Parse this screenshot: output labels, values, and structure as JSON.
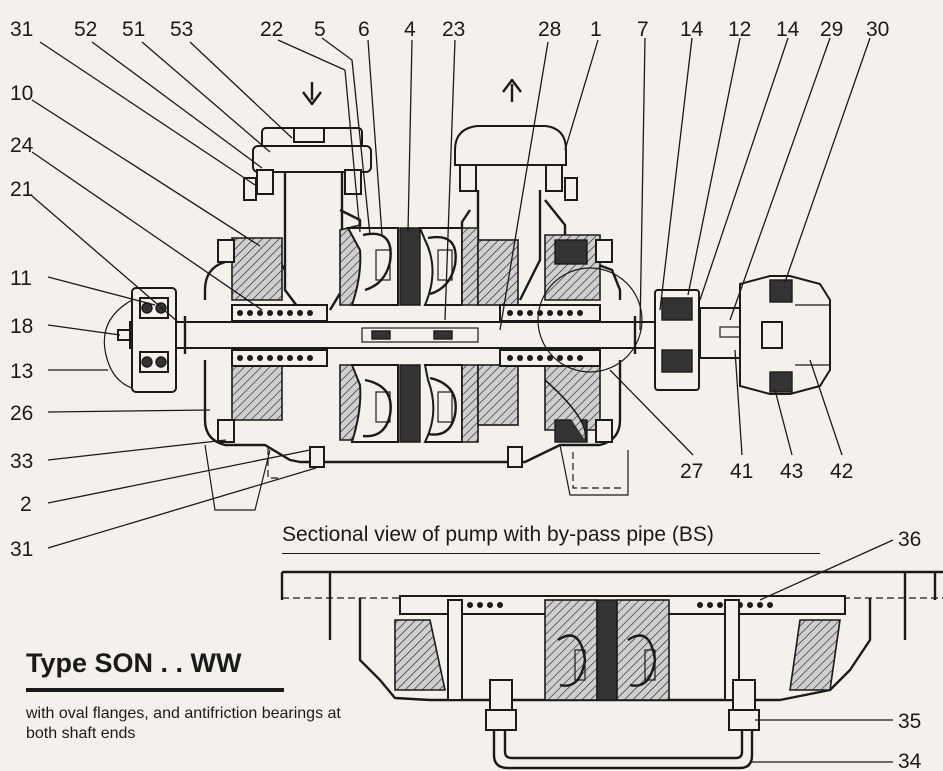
{
  "caption": "Sectional view of pump with by-pass pipe (BS)",
  "type_title": "Type SON . . WW",
  "description": "with oval flanges, and antifriction bearings at both shaft ends",
  "labels": {
    "l31a": "31",
    "l52": "52",
    "l51": "51",
    "l53": "53",
    "l22": "22",
    "l5": "5",
    "l6": "6",
    "l4": "4",
    "l23": "23",
    "l28": "28",
    "l1": "1",
    "l7": "7",
    "l14a": "14",
    "l12": "12",
    "l14b": "14",
    "l29": "29",
    "l30": "30",
    "l10": "10",
    "l24": "24",
    "l21": "21",
    "l11": "11",
    "l18": "18",
    "l13": "13",
    "l26": "26",
    "l33": "33",
    "l2": "2",
    "l31b": "31",
    "l27": "27",
    "l41": "41",
    "l43": "43",
    "l42": "42",
    "l36": "36",
    "l35": "35",
    "l34": "34"
  },
  "colors": {
    "ink": "#1a1a1a",
    "paper": "#f4f1ec"
  }
}
